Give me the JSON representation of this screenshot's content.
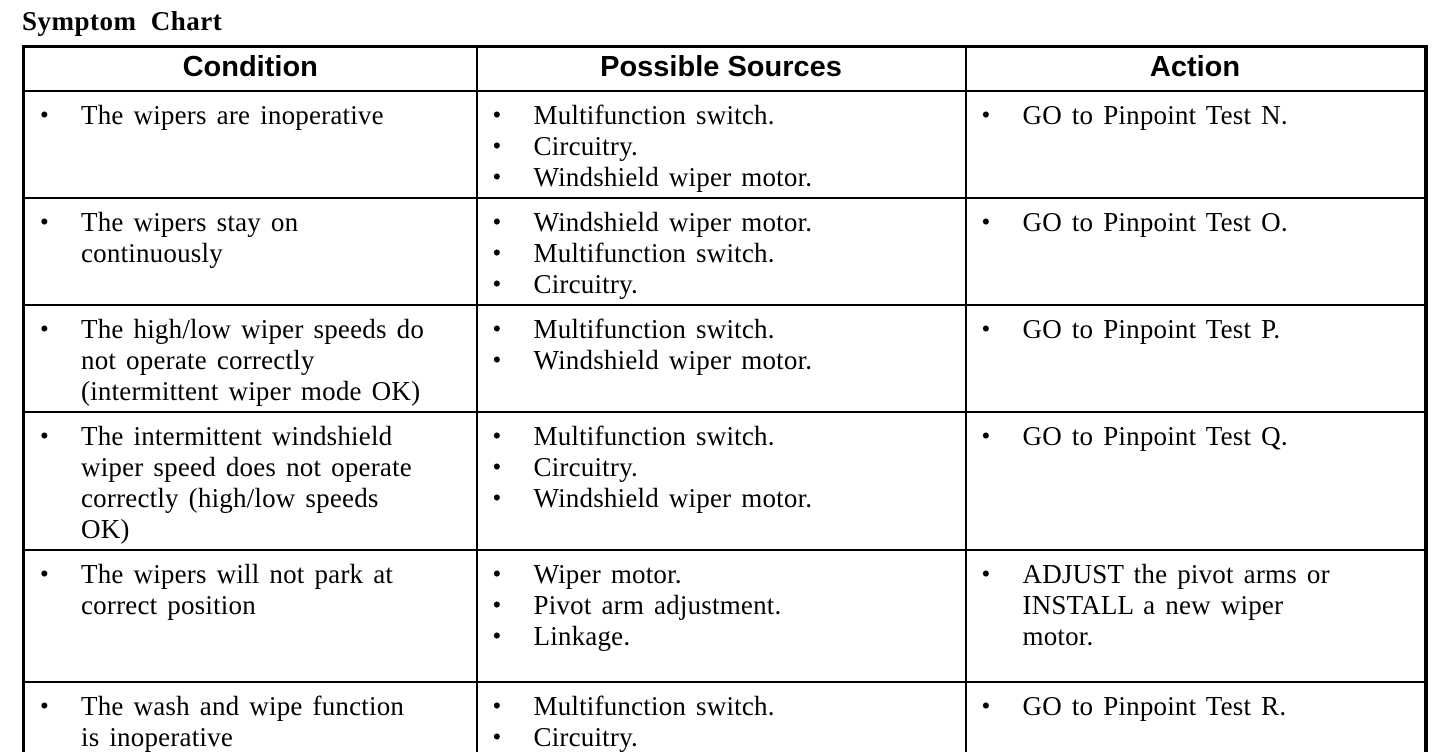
{
  "page": {
    "title": "Symptom Chart"
  },
  "icons": {
    "bullet": "•"
  },
  "table": {
    "headers": [
      "Condition",
      "Possible Sources",
      "Action"
    ],
    "rows": [
      {
        "condition": "The wipers are inoperative",
        "sources": [
          "Multifunction switch.",
          "Circuitry.",
          "Windshield wiper motor."
        ],
        "action": "GO to Pinpoint Test N."
      },
      {
        "condition": "The wipers stay on\ncontinuously",
        "sources": [
          "Windshield wiper motor.",
          "Multifunction switch.",
          "Circuitry."
        ],
        "action": "GO to Pinpoint Test O."
      },
      {
        "condition": "The high/low wiper speeds do\nnot operate correctly\n(intermittent wiper mode OK)",
        "sources": [
          "Multifunction switch.",
          "Windshield wiper motor."
        ],
        "action": "GO to Pinpoint Test P."
      },
      {
        "condition": "The intermittent windshield\nwiper speed does not operate\ncorrectly (high/low speeds\nOK)",
        "sources": [
          "Multifunction switch.",
          "Circuitry.",
          "Windshield wiper motor."
        ],
        "action": "GO to Pinpoint Test Q."
      },
      {
        "condition": "The wipers will not park at\ncorrect position",
        "sources": [
          "Wiper motor.",
          "Pivot arm adjustment.",
          "Linkage."
        ],
        "action": "ADJUST the pivot arms or\nINSTALL a new wiper\nmotor."
      },
      {
        "condition": "The wash and wipe function\nis inoperative",
        "sources": [
          "Multifunction switch.",
          "Circuitry."
        ],
        "action": "GO to Pinpoint Test R."
      }
    ]
  }
}
